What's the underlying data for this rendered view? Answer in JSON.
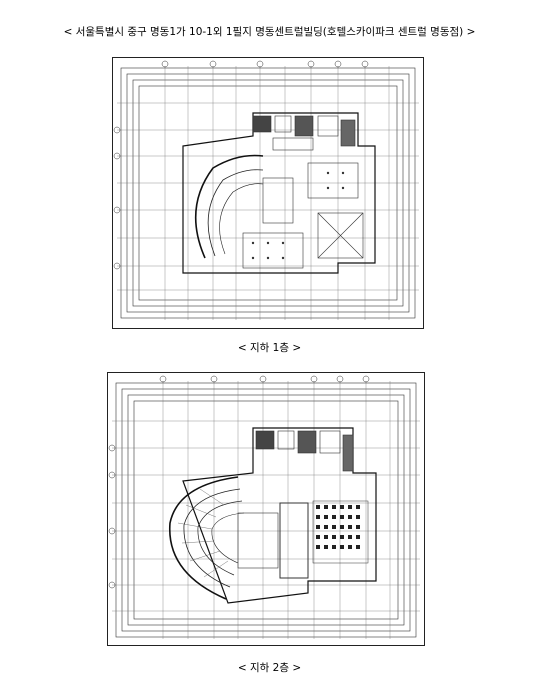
{
  "document": {
    "heading": "< 서울특별시 중구 명동1가 10-1외 1필지 명동센트럴빌딩(호텔스카이파크 센트럴 명동점) >",
    "figures": [
      {
        "caption": "< 지하 1층 >"
      },
      {
        "caption": "< 지하 2층 >"
      }
    ]
  }
}
